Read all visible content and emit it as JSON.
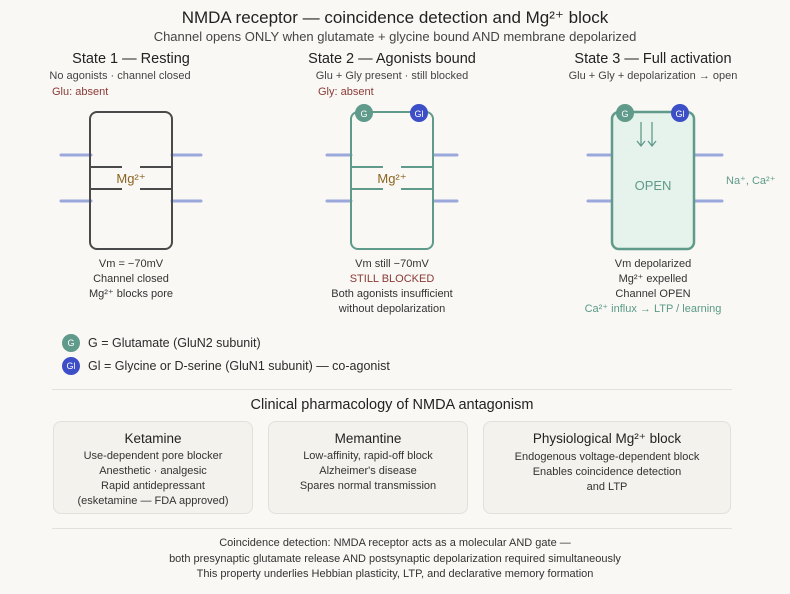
{
  "header": {
    "title": "NMDA receptor — coincidence detection and Mg²⁺ block",
    "subtitle": "Channel opens ONLY when glutamate + glycine bound AND membrane depolarized"
  },
  "states": [
    {
      "title": "State 1 — Resting",
      "subtitle": "No agonists · channel closed",
      "absent_note": "Glu: absent",
      "pore_label": "Mg²⁺",
      "captions": [
        "Vm = −70mV",
        "Channel closed",
        "Mg²⁺ blocks pore"
      ]
    },
    {
      "title": "State 2 — Agonists bound",
      "subtitle": "Glu + Gly present · still blocked",
      "absent_note": "Gly: absent",
      "pore_label": "Mg²⁺",
      "site_g": "G",
      "site_gl": "Gl",
      "captions": [
        "Vm still −70mV",
        "STILL BLOCKED",
        "Both agonists insufficient",
        "without depolarization"
      ]
    },
    {
      "title": "State 3 — Full activation",
      "subtitle": "Glu + Gly + depolarization → open",
      "pore_label": "OPEN",
      "site_g": "G",
      "site_gl": "Gl",
      "ion_label": "Na⁺, Ca²⁺",
      "arrow_icon": "↓↓",
      "captions": [
        "Vm depolarized",
        "Mg²⁺ expelled",
        "Channel OPEN",
        "Ca²⁺ influx → LTP / learning"
      ]
    }
  ],
  "legend": [
    {
      "badge": "G",
      "text": "G = Glutamate (GluN2 subunit)"
    },
    {
      "badge": "Gl",
      "text": "Gl = Glycine or D-serine (GluN1 subunit) — co-agonist"
    }
  ],
  "pharmacology": {
    "title": "Clinical pharmacology of NMDA antagonism",
    "cards": [
      {
        "title": "Ketamine",
        "lines": [
          "Use-dependent pore blocker",
          "Anesthetic · analgesic",
          "Rapid antidepressant",
          "(esketamine — FDA approved)"
        ]
      },
      {
        "title": "Memantine",
        "lines": [
          "Low-affinity, rapid-off block",
          "Alzheimer's disease",
          "Spares normal transmission"
        ]
      },
      {
        "title": "Physiological Mg²⁺ block",
        "lines": [
          "Endogenous voltage-dependent block",
          "Enables coincidence detection",
          "and LTP"
        ]
      }
    ]
  },
  "footer": {
    "lines": [
      "Coincidence detection: NMDA receptor acts as a molecular AND gate —",
      "both presynaptic glutamate release AND postsynaptic depolarization required simultaneously",
      "This property underlies Hebbian plasticity, LTP, and declarative memory formation"
    ]
  },
  "colors": {
    "closed_outline": "#4a4a4a",
    "teal": "#5f9a8a",
    "glycine_blue": "#3c4fc6",
    "membrane": "#9ba8dc",
    "mg_label": "#8a6420",
    "blocked_red": "#8b3a35",
    "open_fill": "#e6f2ec"
  }
}
